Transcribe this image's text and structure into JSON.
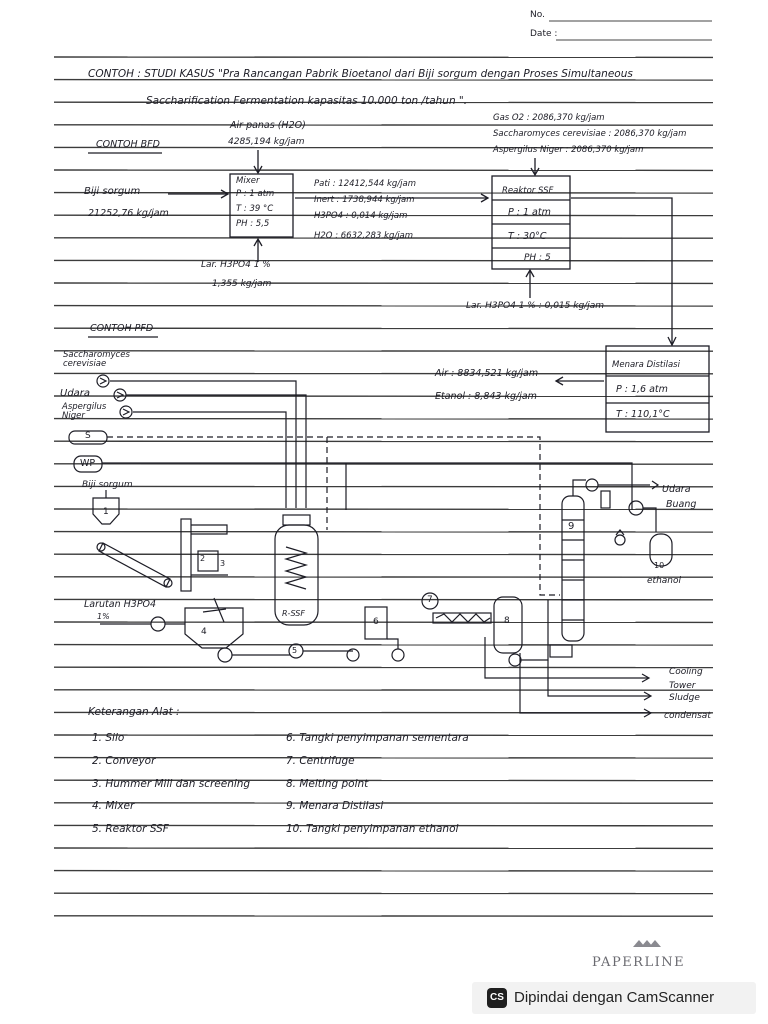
{
  "header": {
    "no_label": "No.",
    "date_label": "Date :"
  },
  "title_line1": "CONTOH : STUDI KASUS \"Pra Rancangan Pabrik Bioetanol dari Biji sorgum dengan Proses Simultaneous",
  "title_line2": "Saccharification Fermentation kapasitas 10.000 ton /tahun \".",
  "bfd": {
    "label": "CONTOH BFD",
    "air_panas_label": "Air panas (H2O)",
    "air_panas_value": "4285,194 kg/jam",
    "biji_sorgum_label": "Biji sorgum",
    "biji_sorgum_value": "21252,76 kg/jam",
    "mixer_lines": [
      "Mixer",
      "P : 1 atm",
      "T : 39 °C",
      "PH : 5,5"
    ],
    "stream_lines": [
      "Pati : 12412,544 kg/jam",
      "Inert : 1738,944 kg/jam",
      "H3PO4 : 0,014 kg/jam",
      "H2O : 6632,283 kg/jam"
    ],
    "lar_h3po4_label": "Lar. H3PO4 1 %",
    "lar_h3po4_value": "1,355 kg/jam",
    "gas_o2": "Gas O2 : 2086,370 kg/jam",
    "saccharomyces": "Saccharomyces cerevisiae : 2086,370 kg/jam",
    "aspergilus": "Aspergilus Niger : 2086,370 kg/jam",
    "reaktor_lines": [
      "Reaktor SSF",
      "P : 1 atm",
      "T : 30°C",
      "PH : 5"
    ],
    "lar_h3po4_reaktor": "Lar. H3PO4 1 % : 0,015 kg/jam"
  },
  "pfd": {
    "label": "CONTOH PFD",
    "saccharomyces": "Saccharomyces cerevisiae",
    "udara": "Udara",
    "aspergilus": "Aspergilus Niger",
    "s_label": "S",
    "wp_label": "WP",
    "air_out": "Air : 8834,521 kg/jam",
    "etanol_out": "Etanol : 8,843 kg/jam",
    "menara_lines": [
      "Menara Distilasi",
      "P : 1,6 atm",
      "T : 110,1°C"
    ],
    "biji_sorgum": "Biji sorgum",
    "larutan_h3po4": "Larutan H3PO4",
    "larutan_pct": "1%",
    "r_ssf": "R-SSF",
    "udara_buang": [
      "Udara",
      "Buang"
    ],
    "ethanol": "ethanol",
    "outlets": [
      "Cooling",
      "Tower",
      "Sludge",
      "condensat"
    ],
    "unit_numbers": [
      "1",
      "2",
      "3",
      "4",
      "5",
      "6",
      "7",
      "8",
      "9",
      "10"
    ]
  },
  "keterangan": {
    "title": "Keterangan Alat :",
    "left": [
      "1. Silo",
      "2. Conveyor",
      "3. Hummer Mill dan screening",
      "4. Mixer",
      "5. Reaktor SSF"
    ],
    "right": [
      "6. Tangki penyimpanan sementara",
      "7. Centrifuge",
      "8. Melting point",
      "9. Menara Distilasi",
      "10. Tangki penyimpanan ethanol"
    ]
  },
  "footer": {
    "brand": "PAPERLINE",
    "cs_logo": "CS",
    "scanner_text": "Dipindai dengan CamScanner"
  },
  "colors": {
    "ink": "#1d1d26",
    "rule": "#3a3a3a",
    "paper": "#ffffff",
    "badge": "#f2f2f2"
  }
}
